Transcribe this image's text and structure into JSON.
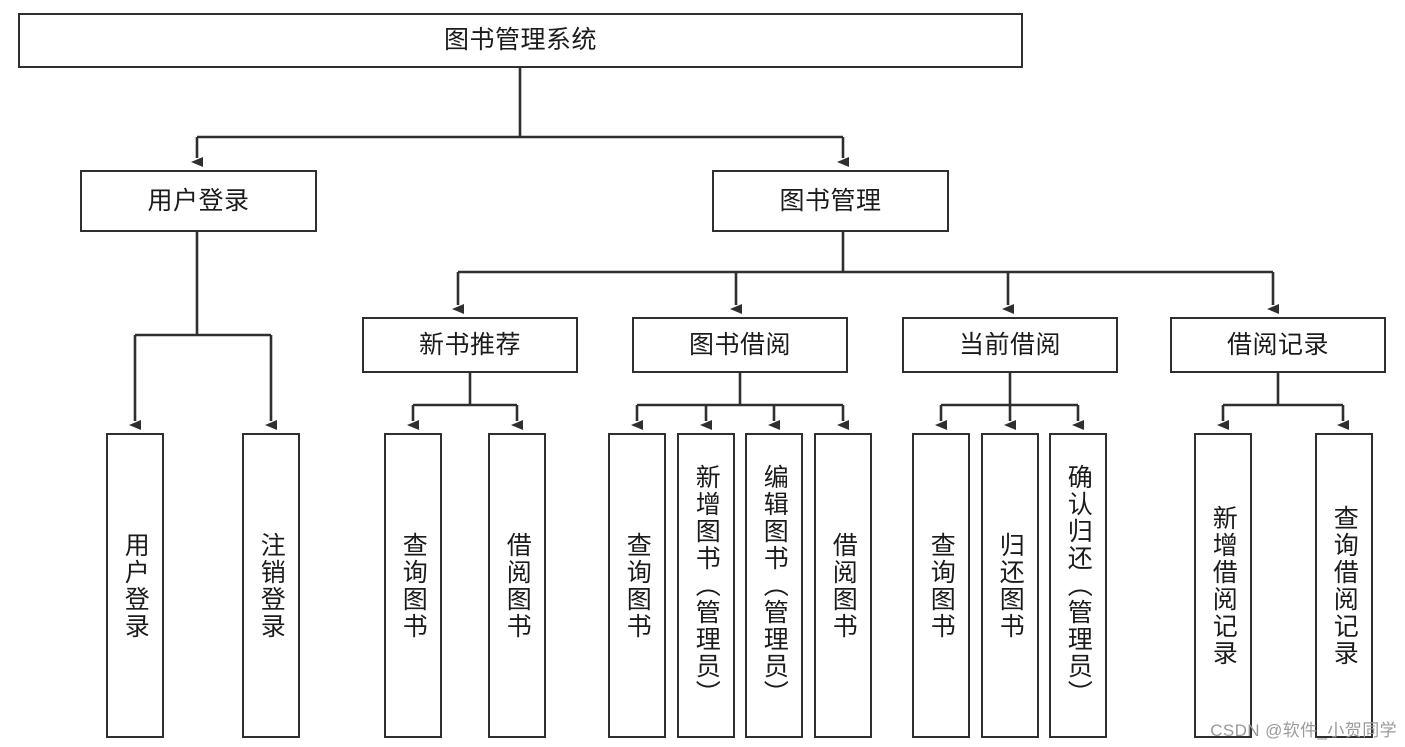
{
  "diagram": {
    "title": "图书管理系统",
    "type": "hierarchy-tree",
    "root": {
      "label": "图书管理系统"
    },
    "level1": [
      {
        "label": "用户登录"
      },
      {
        "label": "图书管理"
      }
    ],
    "level2": [
      {
        "label": "新书推荐",
        "parent": "图书管理"
      },
      {
        "label": "图书借阅",
        "parent": "图书管理"
      },
      {
        "label": "当前借阅",
        "parent": "图书管理"
      },
      {
        "label": "借阅记录",
        "parent": "图书管理"
      }
    ],
    "leaves": {
      "user_login": [
        {
          "label": "用户登录"
        },
        {
          "label": "注销登录"
        }
      ],
      "new_book_recommend": [
        {
          "label": "查询图书"
        },
        {
          "label": "借阅图书"
        }
      ],
      "book_borrow": [
        {
          "label": "查询图书"
        },
        {
          "label": "新增图书（管理员）"
        },
        {
          "label": "编辑图书（管理员）"
        },
        {
          "label": "借阅图书"
        }
      ],
      "current_borrow": [
        {
          "label": "查询图书"
        },
        {
          "label": "归还图书"
        },
        {
          "label": "确认归还（管理员）"
        }
      ],
      "borrow_record": [
        {
          "label": "新增借阅记录"
        },
        {
          "label": "查询借阅记录"
        }
      ]
    }
  },
  "watermark": {
    "text": "CSDN @软件_小贺同学"
  },
  "colors": {
    "border": "#2f2f2f",
    "text": "#1b1b1b",
    "background": "#ffffff",
    "watermark": "#9a9a9a"
  }
}
